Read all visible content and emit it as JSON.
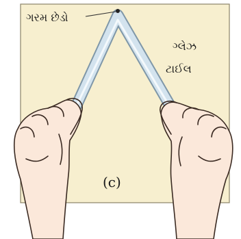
{
  "labels": {
    "hot_end": "ગરમ છેડો",
    "glaze_line1": "ગ્લેઝ",
    "glaze_line2": "ટાઈલ",
    "subfigure": "(c)"
  },
  "colors": {
    "tile": "#f7efcf",
    "tile_border": "#8c8468",
    "tube_fill": "#d3e3ee",
    "tube_edge": "#7f97a8",
    "skin": "#fbe8da",
    "skin_line": "#3a2a22"
  }
}
